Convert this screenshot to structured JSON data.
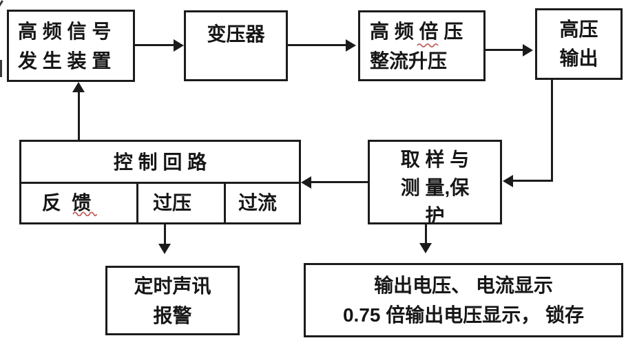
{
  "diagram": {
    "colors": {
      "line": "#1b1b1b",
      "text": "#161616",
      "background": "#ffffff",
      "spellcheck_underline": "#c2605c"
    },
    "boxes": {
      "signal_source": {
        "lines": [
          "高 频 信 号",
          "发 生 装 置"
        ]
      },
      "transformer": {
        "label": "变压器"
      },
      "doubler": {
        "lines": [
          "高 频 倍 压",
          "整流升压"
        ]
      },
      "hv_output": {
        "lines": [
          "高压",
          "输出"
        ]
      },
      "control": {
        "title": "控 制 回 路",
        "cells": [
          "反  馈",
          "过压",
          "过流"
        ]
      },
      "sampling": {
        "lines": [
          "取 样 与",
          "测 量,保",
          "护"
        ]
      },
      "alarm": {
        "lines": [
          "定时声讯",
          "报警"
        ]
      },
      "display": {
        "lines": [
          "输出电压、 电流显示",
          "0.75 倍输出电压显示， 锁存"
        ]
      }
    }
  }
}
